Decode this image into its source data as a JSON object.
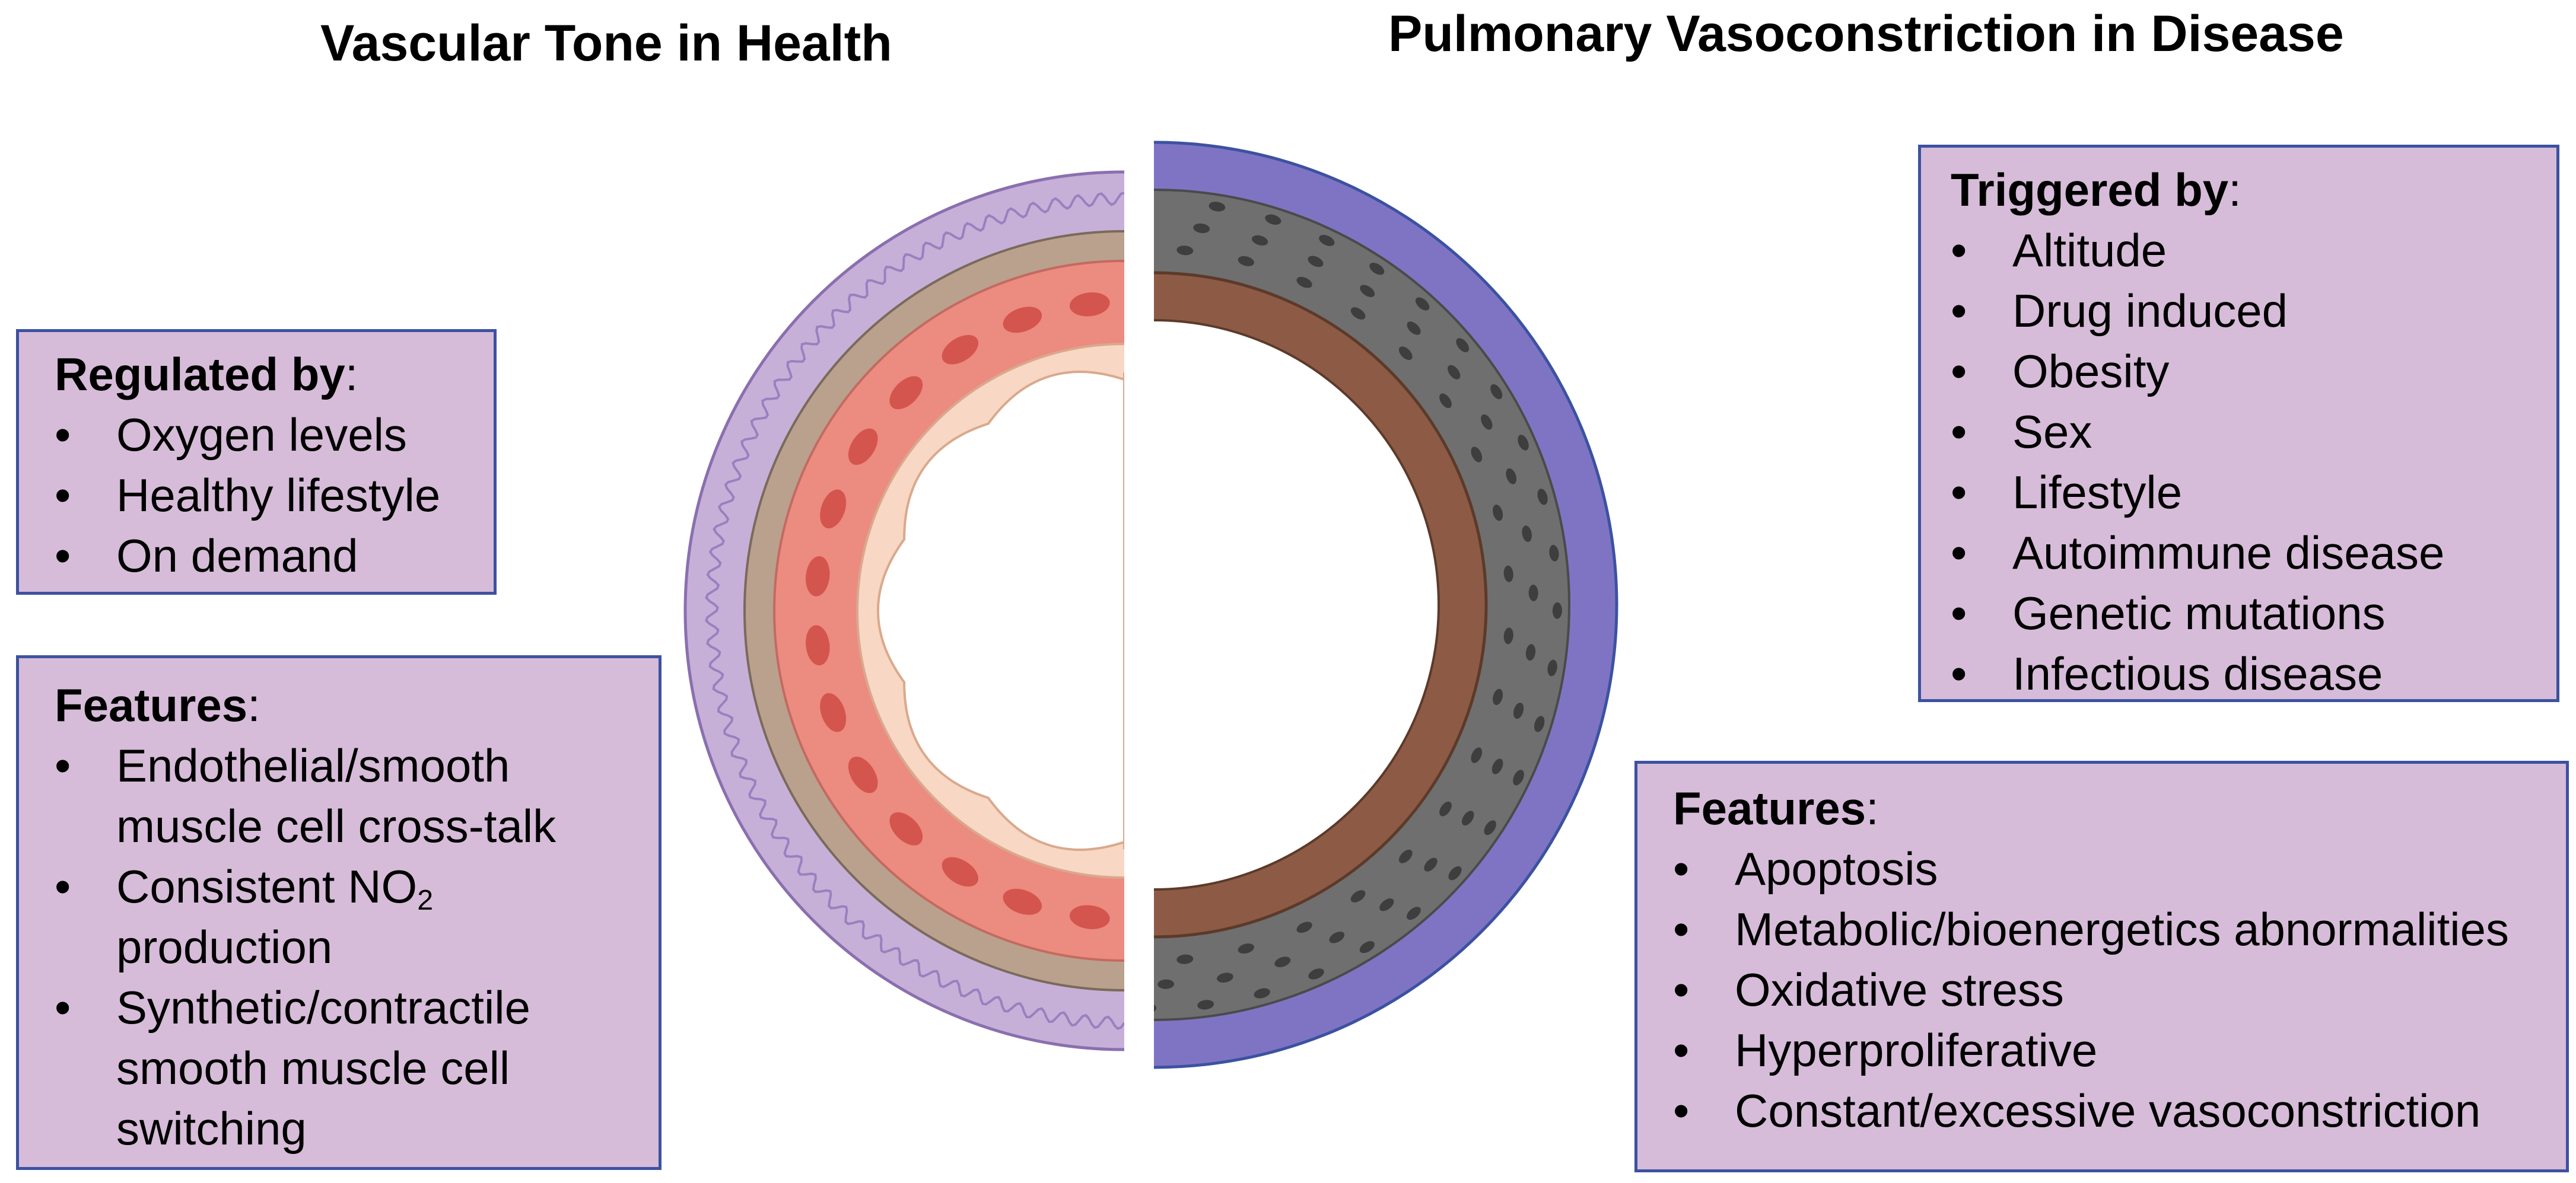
{
  "titles": {
    "left": "Vascular Tone in Health",
    "right": "Pulmonary Vasoconstriction in Disease"
  },
  "regulated": {
    "heading": "Regulated by",
    "colon": ":",
    "items": [
      "Oxygen levels",
      "Healthy lifestyle",
      "On demand"
    ]
  },
  "features_left": {
    "heading": "Features",
    "colon": ":",
    "items": [
      "Endothelial/smooth\nmuscle cell cross-talk",
      "Consistent NO",
      "Synthetic/contractile\nsmooth muscle cell\nswitching"
    ],
    "item2_sub": "2",
    "item2_line2": "production"
  },
  "triggered": {
    "heading": "Triggered by",
    "colon": ":",
    "items": [
      "Altitude",
      "Drug induced",
      "Obesity",
      "Sex",
      "Lifestyle",
      "Autoimmune disease",
      "Genetic mutations",
      "Infectious disease"
    ]
  },
  "features_right": {
    "heading": "Features",
    "colon": ":",
    "items": [
      "Apoptosis",
      "Metabolic/bioenergetics abnormalities",
      "Oxidative stress",
      "Hyperproliferative",
      "Constant/excessive vasoconstriction"
    ]
  },
  "colors": {
    "box_fill": "#d6bcd9",
    "box_border": "#3c52a0",
    "adventitia_health": "#c6b0d8",
    "media_health": "#ec8b80",
    "intima_health": "#f8d7c4",
    "adventitia_disease": "#7f74c4",
    "media_disease": "#6f6f6f",
    "intima_disease": "#8d5b45"
  },
  "icons": {
    "vessel": "blood-vessel-cross-section-icon"
  }
}
